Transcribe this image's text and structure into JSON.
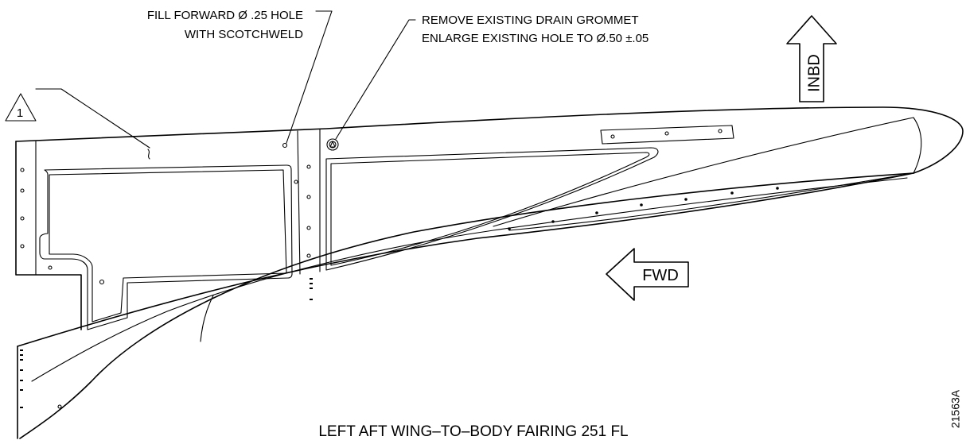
{
  "callouts": {
    "fill_hole_line1": "FILL FORWARD Ø .25 HOLE",
    "fill_hole_line2": "WITH SCOTCHWELD",
    "drain_line1": "REMOVE EXISTING DRAIN GROMMET",
    "drain_line2": "ENLARGE EXISTING HOLE TO Ø.50 ±.05",
    "flag_note": "1"
  },
  "arrows": {
    "inboard": "INBD",
    "forward": "FWD"
  },
  "caption": "LEFT AFT WING–TO–BODY FAIRING 251 FL",
  "figure_id": "21563A",
  "flag_marker": "∆"
}
